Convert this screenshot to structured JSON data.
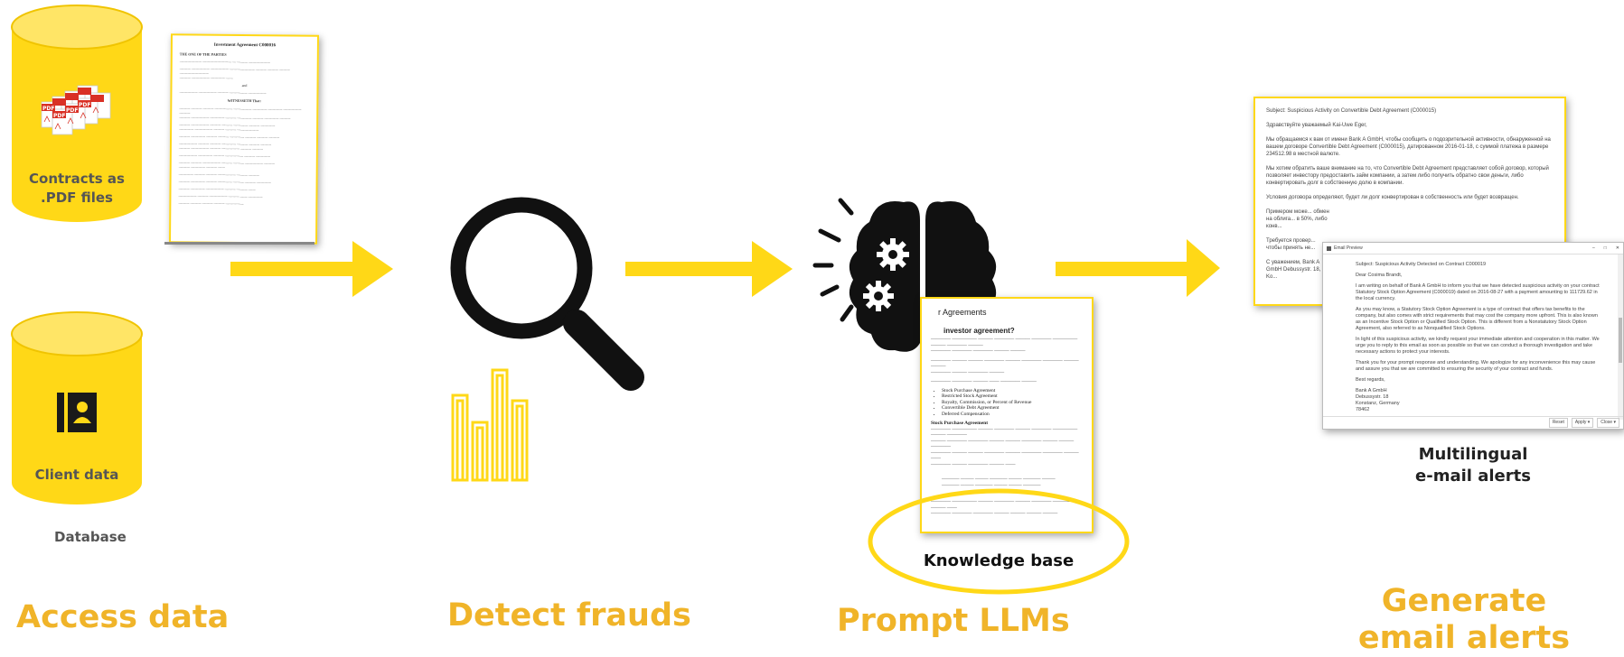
{
  "stages": {
    "access": "Access data",
    "detect": "Detect frauds",
    "prompt": "Prompt LLMs",
    "generate_line1": "Generate",
    "generate_line2": "email alerts"
  },
  "db_contracts": {
    "label_line1": "Contracts as",
    "label_line2": ".PDF files",
    "pdf_badge": "PDF"
  },
  "db_client": {
    "label": "Client data",
    "caption": "Database"
  },
  "contract_doc": {
    "title": "Investment Agreement C000016",
    "section": "WITNESSETH That:"
  },
  "kb": {
    "caption": "Knowledge base",
    "heading": "r Agreements",
    "question": "investor agreement?",
    "list": [
      "Stock Purchase Agreement",
      "Restricted Stock Agreement",
      "Royalty, Commission, or Percent of Revenue",
      "Convertible Debt Agreement",
      "Deferred Compensation"
    ],
    "sub": "Stock Purchase Agreement"
  },
  "alerts": {
    "caption_line1": "Multilingual",
    "caption_line2": "e-mail alerts",
    "ru_subject": "Subject: Suspicious Activity on Convertible Debt Agreement (C000015)",
    "ru_greeting": "Здравствуйте уважаемый Kai-Uwe Eger,",
    "ru_p1": "Мы обращаемся к вам от имени Bank A GmbH, чтобы сообщить о подозрительной активности, обнаруженной на вашем договоре Convertible Debt Agreement (C000015), датированном 2016-01-18, с суммой платежа в размере 234512.98 в местной валюте.",
    "ru_p2": "Мы хотим обратить ваше внимание на то, что Convertible Debt Agreement представляет собой договор, который позволяет инвестору предоставить займ компании, а затем либо получить обратно свои деньги, либо конвертировать долг в собственную долю в компании.",
    "ru_p3": "Условия договора определяют, будет ли долг конвертирован в собственность или будет возвращен.",
    "ru_p4": "Примером може... обмен на облига... в 50%, либо конв...",
    "ru_p5": "Требуется провер... чтобы принять не...",
    "ru_sign": "С уважением, Bank A GmbH Debussystr. 18, Ko...",
    "en_window_title": "Email Preview",
    "en_subject": "Subject: Suspicious Activity Detected on Contract C000019",
    "en_greeting": "Dear Cosima Brandt,",
    "en_p1": "I am writing on behalf of Bank A GmbH to inform you that we have detected suspicious activity on your contract Statutory Stock Option Agreement (C000019) dated on 2016-08-27 with a payment amounting to 111729.62 in the local currency.",
    "en_p2": "As you may know, a Statutory Stock Option Agreement is a type of contract that offers tax benefits to the company, but also comes with strict requirements that may cost the company more upfront. This is also known as an Incentive Stock Option or Qualified Stock Option. This is different from a Nonstatutory Stock Option Agreement, also referred to as Nonqualified Stock Options.",
    "en_p3": "In light of this suspicious activity, we kindly request your immediate attention and cooperation in this matter. We urge you to reply to this email as soon as possible so that we can conduct a thorough investigation and take necessary actions to protect your interests.",
    "en_p4": "Thank you for your prompt response and understanding. We apologize for any inconvenience this may cause and assure you that we are committed to ensuring the security of your contract and funds.",
    "en_regards": "Best regards,",
    "en_sign1": "Bank A GmbH",
    "en_sign2": "Debussystr. 18",
    "en_sign3": "Konstanz, Germany",
    "en_sign4": "78462",
    "btn_reset": "Reset",
    "btn_apply": "Apply",
    "btn_close": "Close"
  },
  "colors": {
    "accent": "#f0b429",
    "cylinder": "#ffd817",
    "cylinder_top": "#ffe566",
    "dark": "#1a1a1a",
    "label_grey": "#555555"
  },
  "icons": [
    "pdf-stack-icon",
    "contact-card-icon",
    "magnifier-icon",
    "bar-chart-icon",
    "brain-gears-icon",
    "arrow-right-icon"
  ]
}
